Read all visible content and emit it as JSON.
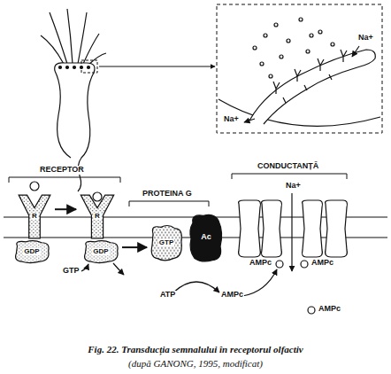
{
  "diagram": {
    "caption": "Fig. 22. Transducția semnalului în receptorul olfactiv",
    "nodes": [
      {
        "text": [
          "R"
        ]
      },
      {
        "text": [
          "R"
        ]
      },
      {
        "text": [
          "GDP"
        ]
      },
      {
        "text": [
          "GDP"
        ]
      },
      {
        "text": [
          "GTP"
        ]
      },
      {
        "text": [
          "Ac"
        ]
      }
    ],
    "edges": [
      {
        "from": 0,
        "to": 1,
        "arrow": "to"
      },
      {
        "from": 3,
        "to": 4,
        "arrow": "to"
      }
    ],
    "labels": [
      "Na+",
      "Na+",
      "RECEPTOR",
      "PROTEINA G",
      "CONDUCTANȚĂ",
      "GTP",
      "ATP",
      "AMPc",
      "Na+",
      "AMPc",
      "AMPc",
      "AMPc",
      "(după GANONG, 1995, modificat)"
    ]
  }
}
